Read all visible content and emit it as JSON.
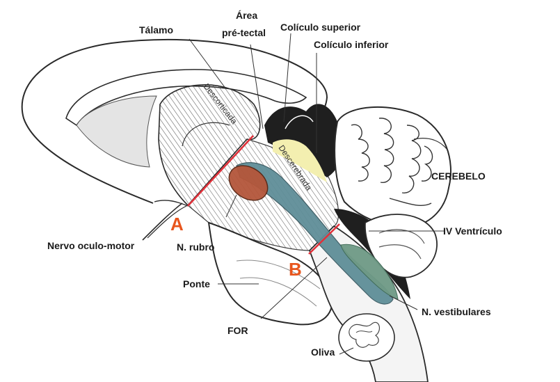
{
  "labels": {
    "talamo": "Tálamo",
    "area_line1": "Área",
    "area_line2": "pré-tectal",
    "coliculo_superior": "Colículo superior",
    "coliculo_inferior": "Colículo inferior",
    "cerebelo": "CEREBELO",
    "iv_ventriculo": "IV Ventrículo",
    "n_vestibulares": "N. vestibulares",
    "nervo_oculo_motor": "Nervo oculo-motor",
    "n_rubro": "N. rubro",
    "ponte": "Ponte",
    "for": "FOR",
    "oliva": "Oliva"
  },
  "regions": {
    "descorticada": "Descorticada",
    "descerebrada": "Descerebrada"
  },
  "cuts": {
    "a": "A",
    "b": "B"
  },
  "colors": {
    "cut_line": "#e0313a",
    "cut_letter": "#e8561e",
    "red_nucleus": "#b4563a",
    "reticular": "#5f8e98",
    "vestibular": "#6f9a86",
    "tectum_highlight": "#f3efb0",
    "ventricle": "#1f1f1f",
    "outline": "#2a2a2a"
  }
}
